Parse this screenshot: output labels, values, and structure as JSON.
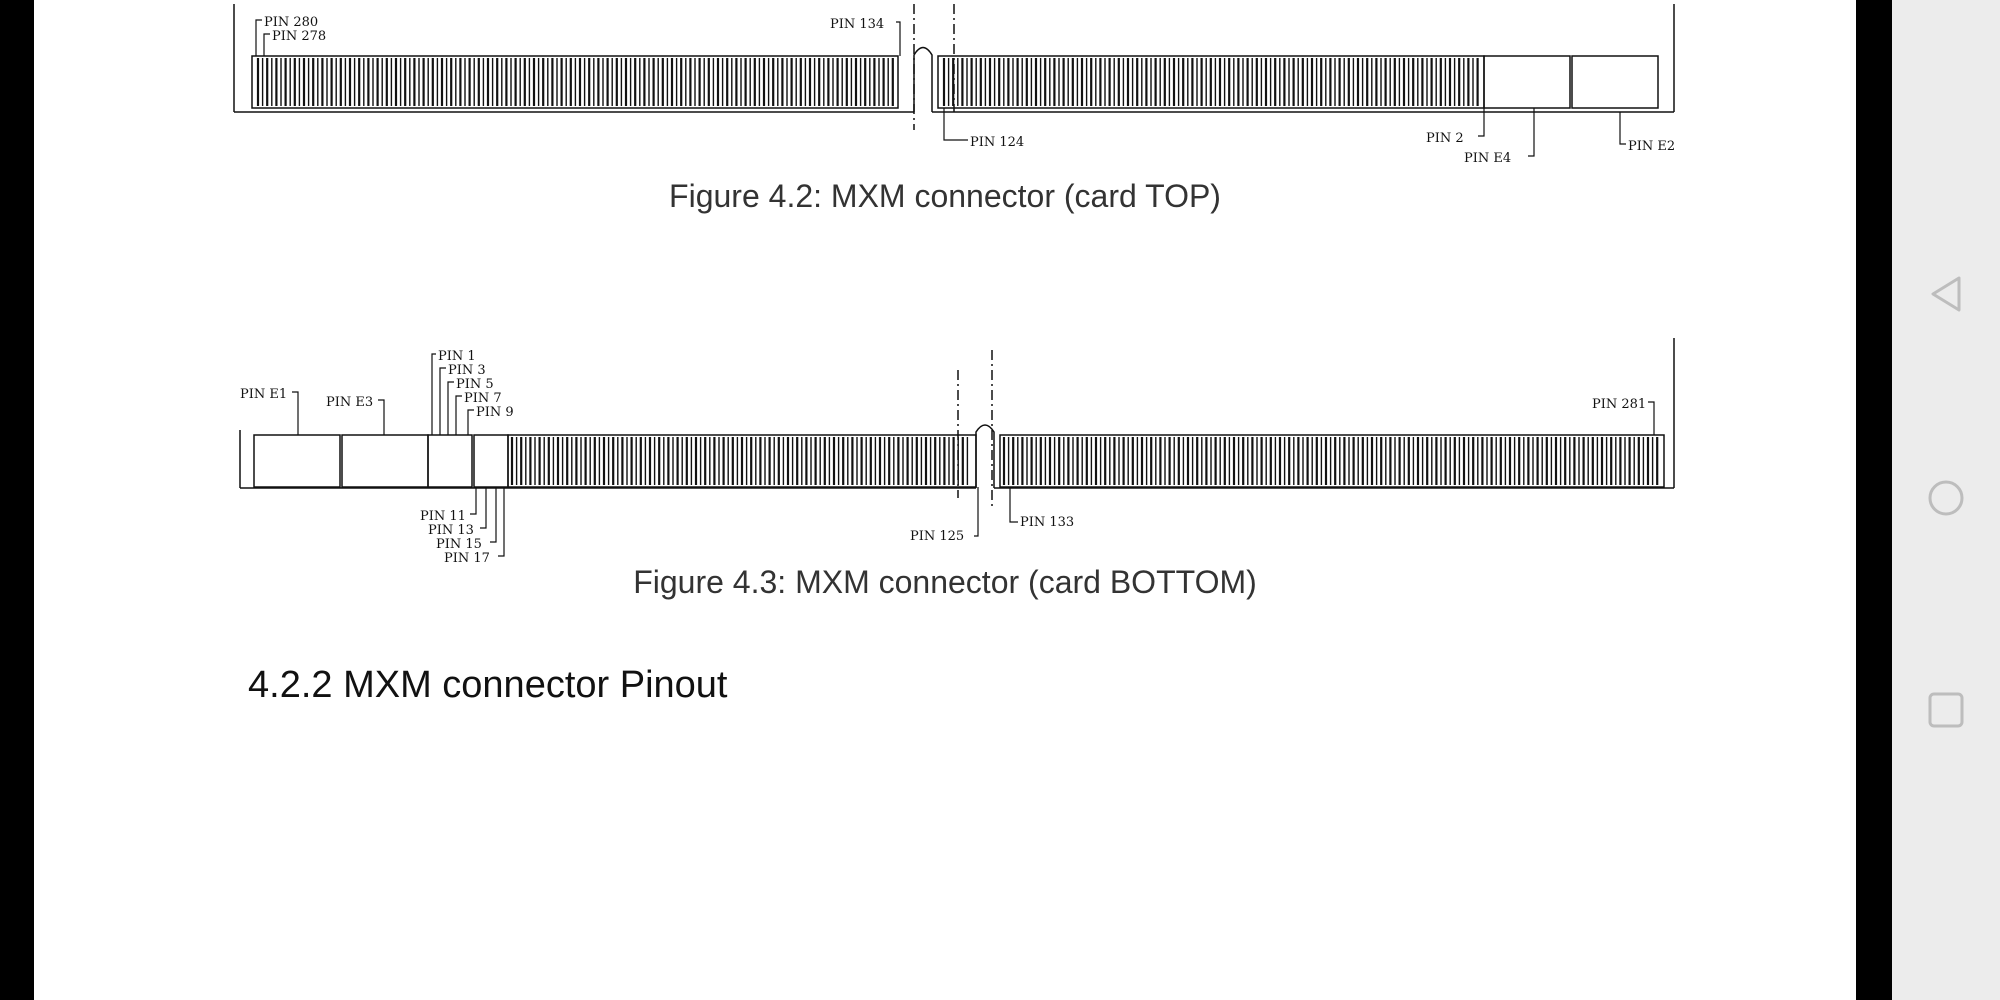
{
  "figure_top": {
    "caption": "Figure 4.2: MXM connector (card TOP)",
    "labels": {
      "pin280": "PIN 280",
      "pin278": "PIN 278",
      "pin134": "PIN 134",
      "pin124": "PIN 124",
      "pin2": "PIN 2",
      "pinE4": "PIN E4",
      "pinE2": "PIN E2"
    }
  },
  "figure_bottom": {
    "caption": "Figure 4.3: MXM connector (card BOTTOM)",
    "labels": {
      "pinE1": "PIN E1",
      "pinE3": "PIN E3",
      "pin1": "PIN 1",
      "pin3": "PIN 3",
      "pin5": "PIN 5",
      "pin7": "PIN 7",
      "pin9": "PIN 9",
      "pin11": "PIN 11",
      "pin13": "PIN 13",
      "pin15": "PIN 15",
      "pin17": "PIN 17",
      "pin125": "PIN 125",
      "pin133": "PIN 133",
      "pin281": "PIN 281"
    }
  },
  "section": {
    "heading": "4.2.2 MXM connector Pinout"
  },
  "navbar": {
    "back_icon": "back-triangle-icon",
    "home_icon": "home-circle-icon",
    "recents_icon": "recents-square-icon"
  }
}
